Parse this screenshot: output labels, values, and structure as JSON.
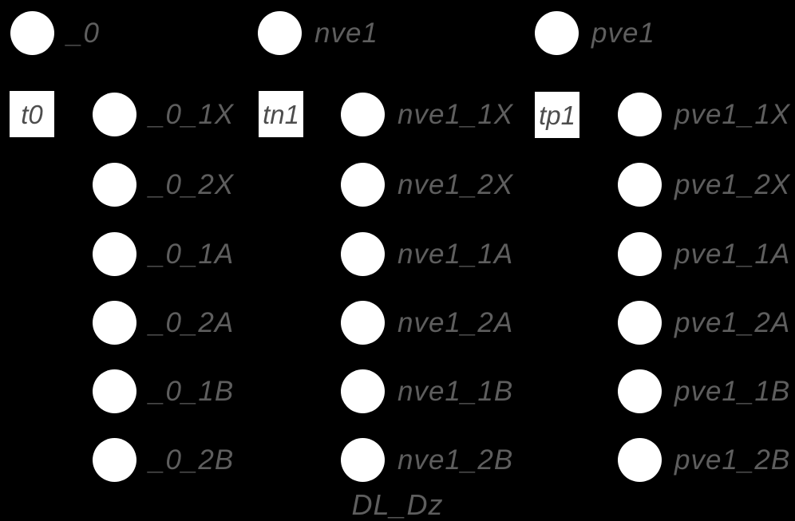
{
  "diagram": {
    "title": "DL_Dz",
    "colors": {
      "background": "#000000",
      "node_fill": "#ffffff",
      "label_text": "#5e5e5e",
      "box_text": "#4d4d4d"
    },
    "groups": [
      {
        "head": {
          "label": "_0"
        },
        "box": {
          "label": "t0"
        },
        "nodes": [
          {
            "label": "_0_1X"
          },
          {
            "label": "_0_2X"
          },
          {
            "label": "_0_1A"
          },
          {
            "label": "_0_2A"
          },
          {
            "label": "_0_1B"
          },
          {
            "label": "_0_2B"
          }
        ]
      },
      {
        "head": {
          "label": "nve1"
        },
        "box": {
          "label": "tn1"
        },
        "nodes": [
          {
            "label": "nve1_1X"
          },
          {
            "label": "nve1_2X"
          },
          {
            "label": "nve1_1A"
          },
          {
            "label": "nve1_2A"
          },
          {
            "label": "nve1_1B"
          },
          {
            "label": "nve1_2B"
          }
        ]
      },
      {
        "head": {
          "label": "pve1"
        },
        "box": {
          "label": "tp1"
        },
        "nodes": [
          {
            "label": "pve1_1X"
          },
          {
            "label": "pve1_2X"
          },
          {
            "label": "pve1_1A"
          },
          {
            "label": "pve1_2A"
          },
          {
            "label": "pve1_1B"
          },
          {
            "label": "pve1_2B"
          }
        ]
      }
    ]
  }
}
